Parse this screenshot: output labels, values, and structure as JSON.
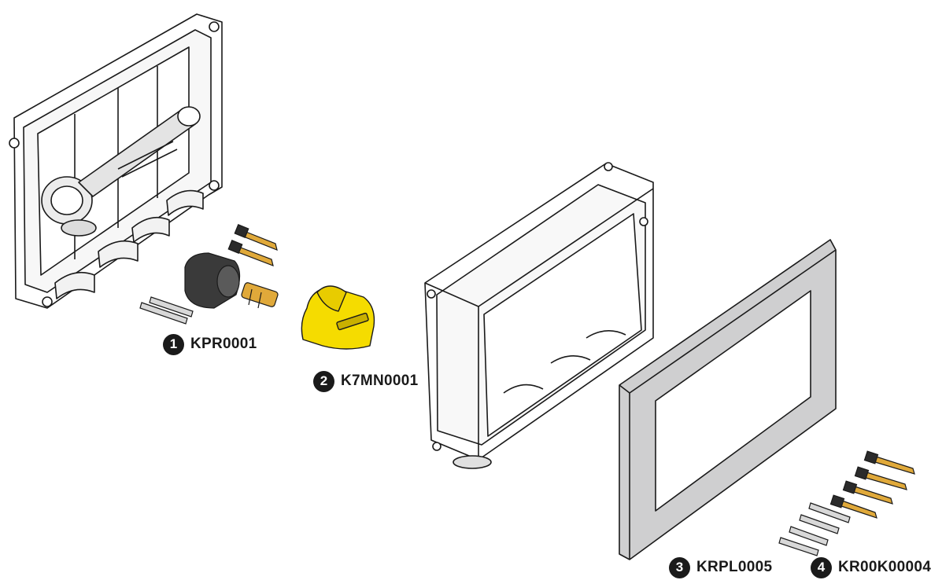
{
  "components": [
    {
      "number": "1",
      "code": "KPR0001",
      "icon": "fitting-kit-icon"
    },
    {
      "number": "2",
      "code": "K7MN0001",
      "icon": "yellow-handle-icon"
    },
    {
      "number": "3",
      "code": "KRPL0005",
      "icon": "cover-frame-icon"
    },
    {
      "number": "4",
      "code": "KR00K00004",
      "icon": "screw-kit-icon"
    }
  ],
  "colors": {
    "line": "#1a1a1a",
    "body": "#ffffff",
    "frame": "#cfcfd0",
    "brass": "#e0a93a",
    "handle": "#f5dc00",
    "foam": "#3a3a3a",
    "badge": "#1a1a1a"
  }
}
